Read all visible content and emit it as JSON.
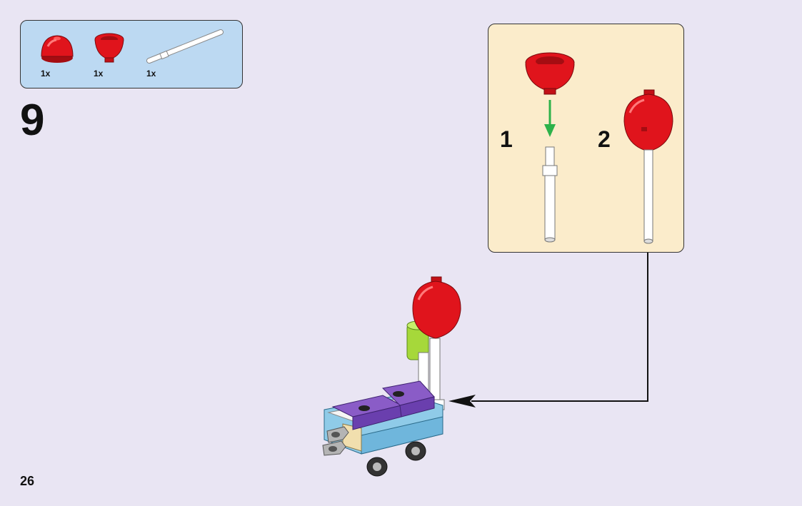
{
  "parts_list": {
    "items": [
      {
        "icon": "red-dome-brick-icon",
        "quantity": "1x"
      },
      {
        "icon": "red-round-cone-brick-icon",
        "quantity": "1x"
      },
      {
        "icon": "white-bar-icon",
        "quantity": "1x"
      }
    ]
  },
  "step": {
    "number": "9"
  },
  "callout": {
    "substeps": [
      "1",
      "2"
    ]
  },
  "page": {
    "number": "26"
  },
  "colors": {
    "background": "#e9e5f3",
    "parts_box": "#bcd9f2",
    "callout_box": "#fbeccb",
    "brick_red": "#e0141c",
    "arrow_green": "#2db24a"
  }
}
